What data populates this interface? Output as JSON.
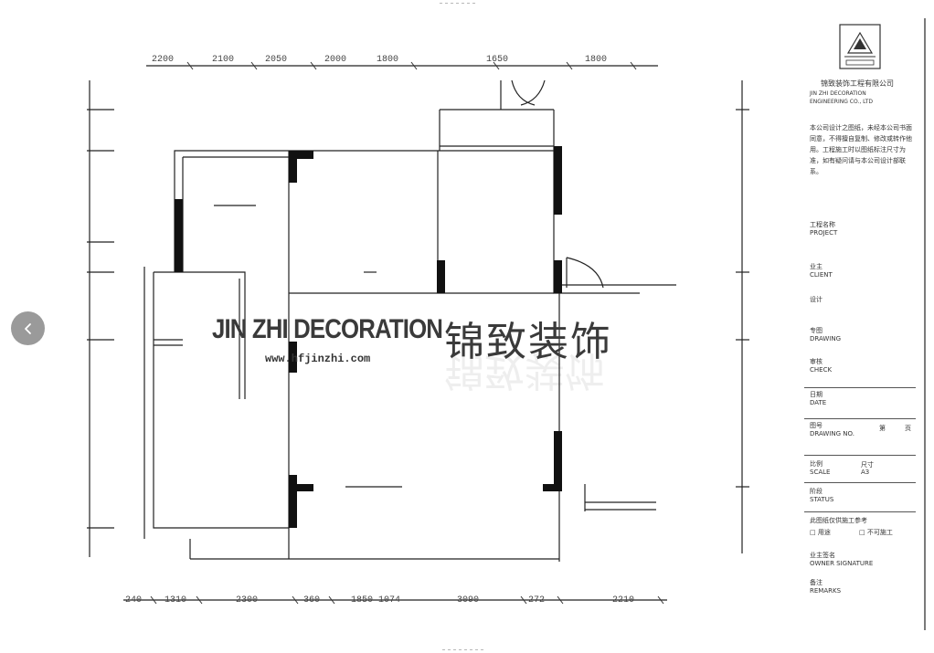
{
  "watermark": {
    "brand_en": "JIN ZHI DECORATION",
    "brand_zh": "锦致装饰",
    "url": "www.hfjinzhi.com"
  },
  "navigation": {
    "prev_icon": "chevron-left-icon"
  },
  "dimensions": {
    "top": [
      "2200",
      "2100",
      "2050",
      "2000",
      "1800",
      "1650",
      "1800"
    ],
    "bottom": [
      "240",
      "1310",
      "2300",
      "360",
      "1850",
      "1074",
      "3090",
      "272",
      "2210"
    ]
  },
  "title_block": {
    "company_zh": "锦致装饰工程有限公司",
    "company_en_1": "JIN ZHI DECORATION",
    "company_en_2": "ENGINEERING CO., LTD",
    "notice": "本公司设计之图纸，未经本公司书面同意，不得擅自复制、修改或转作他用。工程施工时以图纸标注尺寸为准，如有疑问请与本公司设计部联系。",
    "project_label": "工程名称",
    "project_value": "PROJECT",
    "owner_label": "业主",
    "owner_value": "CLIENT",
    "designer_label": "设计",
    "drawing_label": "专图",
    "drawing_value": "DRAWING",
    "check_label": "审核",
    "check_value": "CHECK",
    "date_label": "日期",
    "date_value": "DATE",
    "drawing_no_label": "图号",
    "drawing_no_value": "DRAWING NO.",
    "page_label": "第",
    "page_total_label": "页",
    "scale_label": "比例",
    "scale_value": "SCALE",
    "size_label": "尺寸",
    "size_value": "A3",
    "status_label": "阶段",
    "status_value": "STATUS",
    "construction_label": "此图纸仅供施工参考",
    "option_1": "用途",
    "option_2": "不可施工",
    "signature_label": "业主签名",
    "signature_value": "OWNER SIGNATURE",
    "remarks_label": "备注",
    "remarks_value": "REMARKS"
  }
}
